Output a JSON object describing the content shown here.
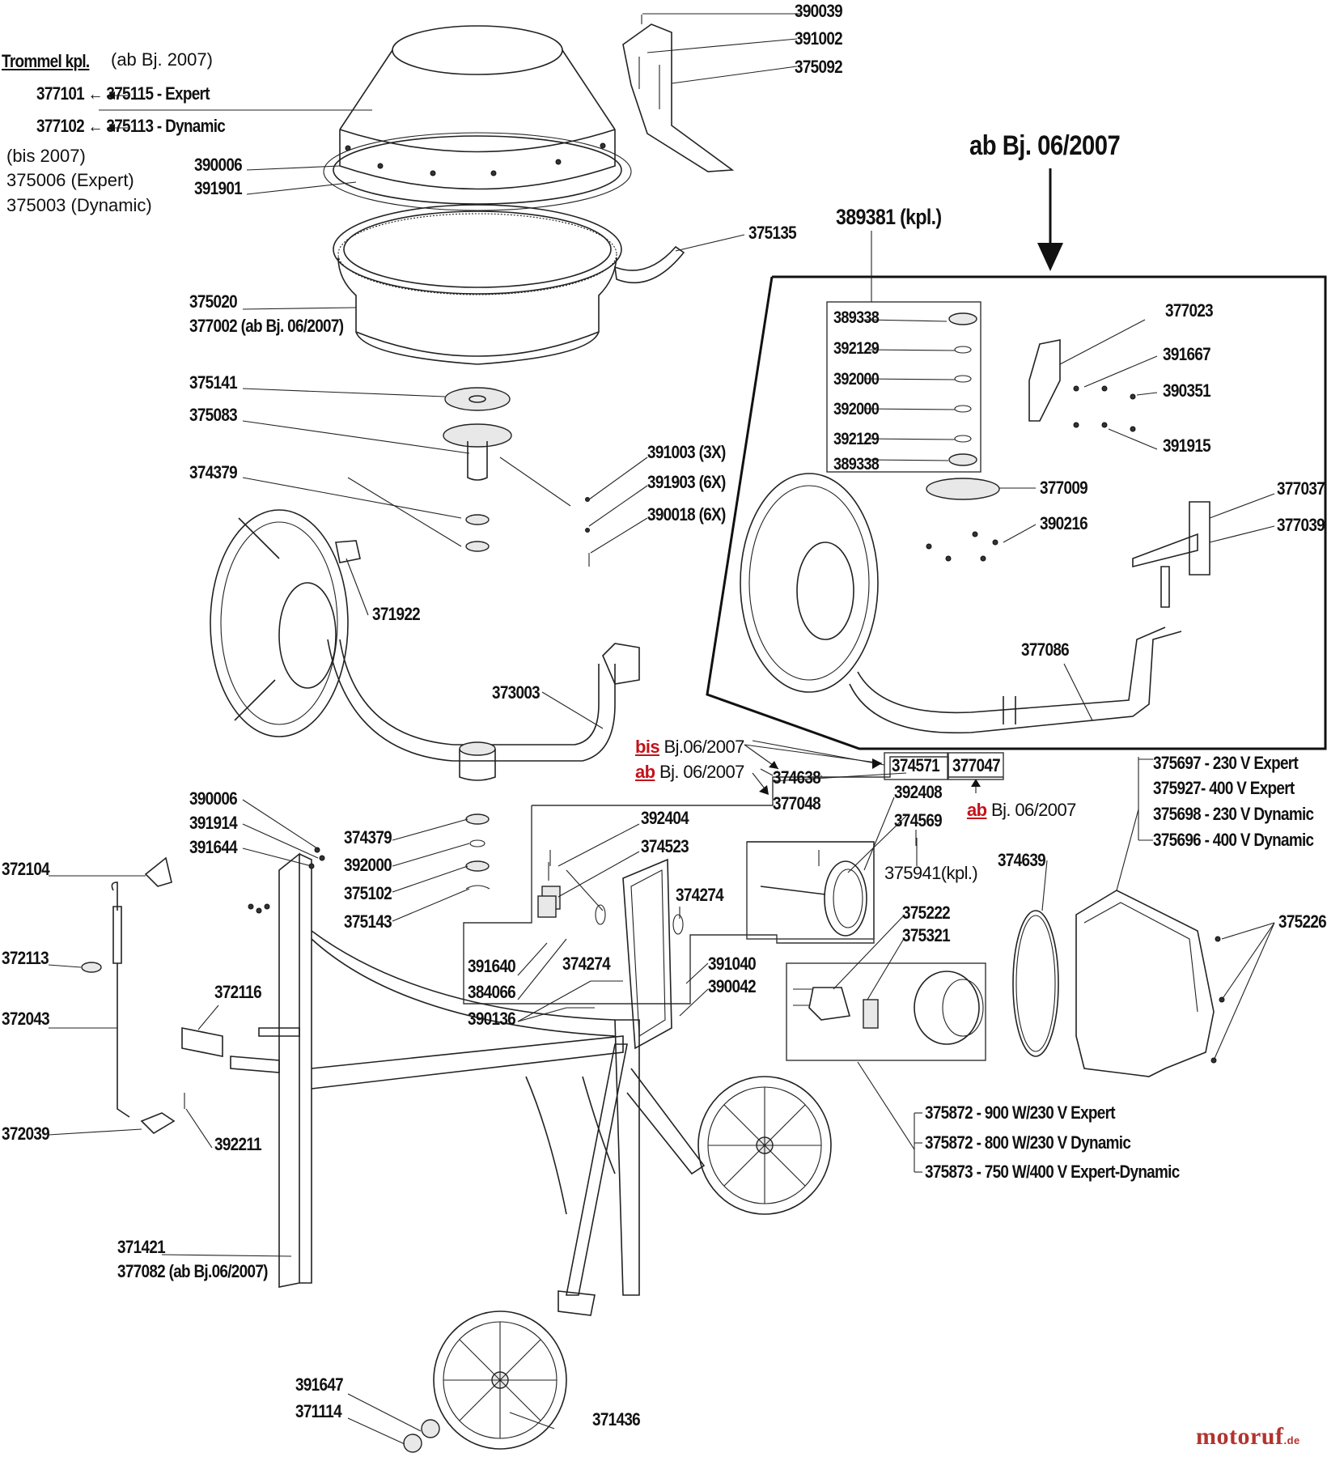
{
  "header": {
    "trommel_title": "Trommel kpl.",
    "trommel_suffix": "(ab Bj. 2007)",
    "expert_line": "377101 ← 375115 - Expert",
    "dynamic_line": "377102 ← 375113 - Dynamic",
    "bis_2007": "(bis 2007)",
    "old_expert": "375006 (Expert)",
    "old_dynamic": "375003 (Dynamic)"
  },
  "inset": {
    "heading": "ab Bj. 06/2007",
    "kit": "389381 (kpl.)",
    "bearing_stack": [
      "389338",
      "392129",
      "392000",
      "392000",
      "392129",
      "389338"
    ]
  },
  "parts": {
    "p390039": "390039",
    "p391002": "391002",
    "p375092": "375092",
    "p390006a": "390006",
    "p391901": "391901",
    "p375135": "375135",
    "p375020": "375020",
    "p377002": "377002 (ab Bj. 06/2007)",
    "p375141": "375141",
    "p375083": "375083",
    "p374379a": "374379",
    "p391003": "391003 (3X)",
    "p391903": "391903 (6X)",
    "p390018": "390018 (6X)",
    "p371922": "371922",
    "p373003": "373003",
    "p377023": "377023",
    "p391667": "391667",
    "p390351": "390351",
    "p391915": "391915",
    "p377009": "377009",
    "p390216": "390216",
    "p377037": "377037",
    "p377039": "377039",
    "p377086": "377086",
    "bis_word": "bis",
    "bis_rest": "Bj.06/2007",
    "ab_word1": "ab",
    "ab_rest1": "Bj. 06/2007",
    "p374638": "374638",
    "p377048": "377048",
    "p374571": "374571",
    "p377047": "377047",
    "ab_word2": "ab",
    "ab_rest2": "Bj. 06/2007",
    "p392408": "392408",
    "p374569": "374569",
    "p375941": "375941(kpl.)",
    "motor_variants": [
      "375697 - 230 V Expert",
      "375927- 400 V Expert",
      "375698 - 230 V Dynamic",
      "375696 - 400 V Dynamic"
    ],
    "p374639": "374639",
    "p375226": "375226",
    "p390006b": "390006",
    "p391914": "391914",
    "p391644": "391644",
    "p372104": "372104",
    "p372113": "372113",
    "p372043": "372043",
    "p372116": "372116",
    "p372039": "372039",
    "p392211": "392211",
    "p374379b": "374379",
    "p392000": "392000",
    "p375102": "375102",
    "p375143": "375143",
    "p392404": "392404",
    "p374523": "374523",
    "p374274a": "374274",
    "p374274b": "374274",
    "p391640": "391640",
    "p384066": "384066",
    "p390136": "390136",
    "p391040": "391040",
    "p390042": "390042",
    "p375222": "375222",
    "p375321": "375321",
    "motor_unit_variants": [
      "375872 - 900 W/230 V Expert",
      "375872 - 800 W/230 V Dynamic",
      "375873 - 750 W/400 V Expert-Dynamic"
    ],
    "p371421": "371421",
    "p377082": "377082 (ab Bj.06/2007)",
    "p391647": "391647",
    "p371114": "371114",
    "p371436": "371436"
  },
  "logo": {
    "text": "motoruf",
    "suffix": ".de"
  }
}
